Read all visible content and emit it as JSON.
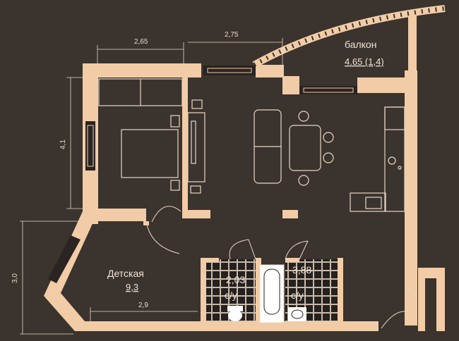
{
  "colors": {
    "background": "#3a332e",
    "wall": "#f2cca6",
    "furniture_line": "#e9d7c3",
    "window_dark": "#2a2422",
    "tile_dark": "#25211f",
    "tile_light": "#c9b9a8",
    "sanitary_fill": "#ffffff",
    "label_text": "#f0e4d4"
  },
  "dimensions": {
    "top_left_width": "2,65",
    "top_center_width": "2,75",
    "left_height": "4,1",
    "bottom_left_height": "3,0",
    "bottom_width": "2,9"
  },
  "rooms": {
    "balcony": {
      "name": "балкон",
      "area": "4.65 (1,4)"
    },
    "kids_room": {
      "name": "Детская",
      "area": "9,3"
    },
    "bathroom_1": {
      "area": "2,03",
      "label": "с/у"
    },
    "bathroom_2": {
      "area": "3,88",
      "label": "с/у"
    }
  },
  "icons": [
    "bed-icon",
    "sofa-icon",
    "dining-table-icon",
    "stove-icon",
    "sink-icon",
    "toilet-icon",
    "bathtub-icon",
    "wardrobe-icon"
  ]
}
